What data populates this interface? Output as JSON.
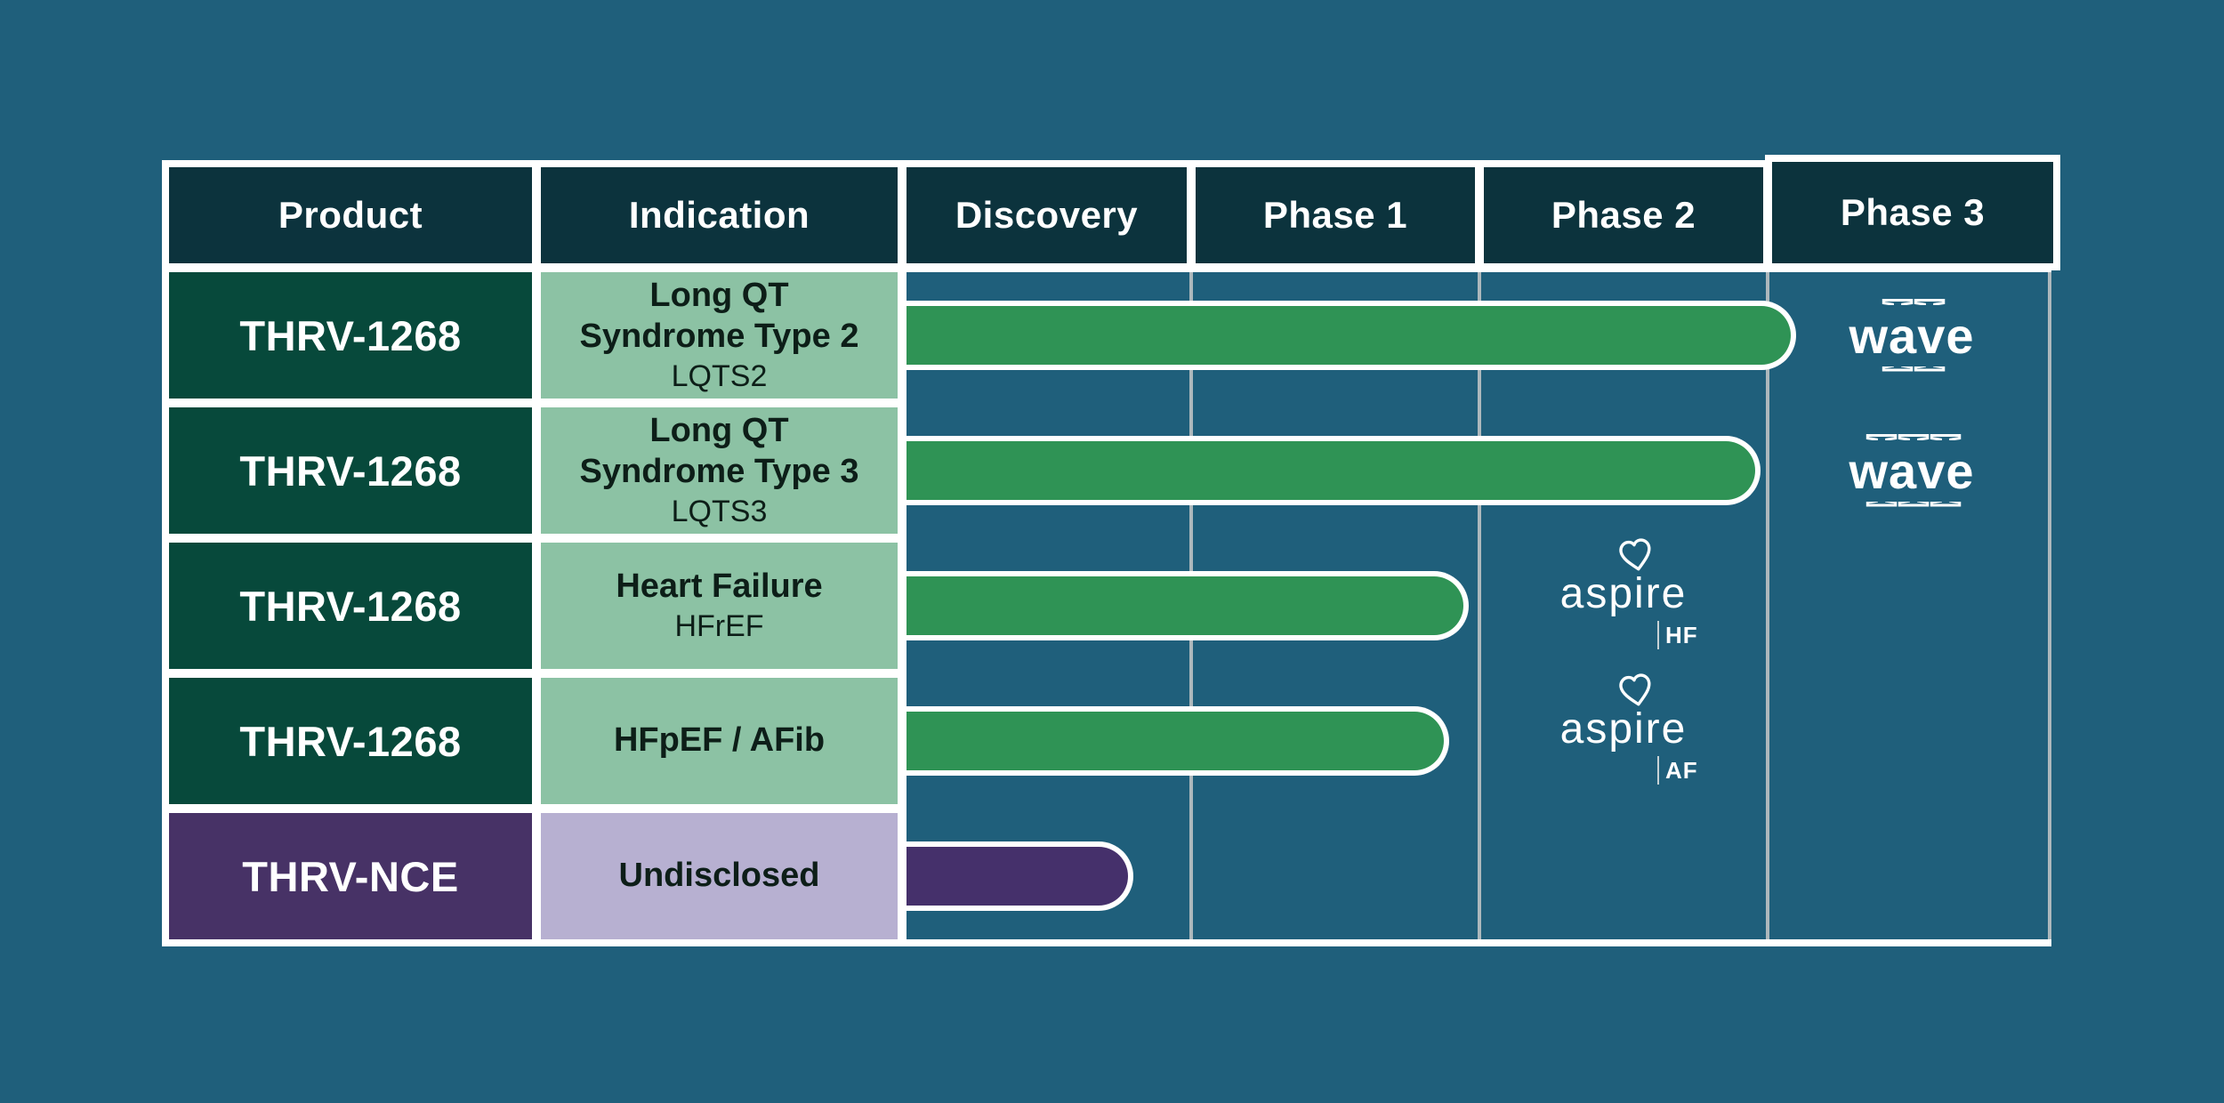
{
  "colors": {
    "page_bg": "#1F5F7B",
    "header_bg": "#0C333D",
    "product_green": "#07493B",
    "indication_green": "#8CC2A4",
    "bar_green": "#2F9355",
    "product_purple": "#473266",
    "indication_purple": "#B7B0D1",
    "bar_purple": "#45306B",
    "grid_line": "#ADB8BC",
    "ind_text": "#0D1E18"
  },
  "header": {
    "columns": [
      "Product",
      "Indication",
      "Discovery",
      "Phase 1",
      "Phase 2",
      "Phase 3"
    ]
  },
  "rows": [
    {
      "product": "THRV-1268",
      "indication": {
        "line1": "Long QT",
        "line2": "Syndrome Type 2",
        "sub": "LQTS2"
      },
      "logo": {
        "word": "wave",
        "numeral": "II"
      }
    },
    {
      "product": "THRV-1268",
      "indication": {
        "line1": "Long QT",
        "line2": "Syndrome Type 3",
        "sub": "LQTS3"
      },
      "logo": {
        "word": "wave",
        "numeral": "III"
      }
    },
    {
      "product": "THRV-1268",
      "indication": {
        "line1": "Heart Failure",
        "sub": "HFrEF"
      },
      "logo": {
        "word": "aspire",
        "sub": "HF"
      }
    },
    {
      "product": "THRV-1268",
      "indication": {
        "line1": "HFpEF / AFib"
      },
      "logo": {
        "word": "aspire",
        "sub": "AF"
      }
    },
    {
      "product": "THRV-NCE",
      "indication": {
        "line1": "Undisclosed"
      }
    }
  ],
  "chart_data": {
    "type": "bar",
    "orientation": "horizontal",
    "categories": [
      "THRV-1268 — Long QT Syndrome Type 2 (LQTS2)",
      "THRV-1268 — Long QT Syndrome Type 3 (LQTS3)",
      "THRV-1268 — Heart Failure (HFrEF)",
      "THRV-1268 — HFpEF / AFib",
      "THRV-NCE — Undisclosed"
    ],
    "x_axis_stages": [
      "Discovery",
      "Phase 1",
      "Phase 2",
      "Phase 3"
    ],
    "values_stage_units": [
      3.1,
      3.0,
      2.0,
      1.9,
      0.8
    ],
    "xlim": [
      0,
      4
    ],
    "bar_colors": [
      "#2F9355",
      "#2F9355",
      "#2F9355",
      "#2F9355",
      "#45306B"
    ],
    "grid": "vertical stage separators",
    "annotations": [
      {
        "row": 1,
        "label": "wave II",
        "column": "Phase 3"
      },
      {
        "row": 2,
        "label": "wave III",
        "column": "Phase 3"
      },
      {
        "row": 3,
        "label": "aspire HF",
        "column": "Phase 2"
      },
      {
        "row": 4,
        "label": "aspire AF",
        "column": "Phase 2"
      }
    ]
  }
}
